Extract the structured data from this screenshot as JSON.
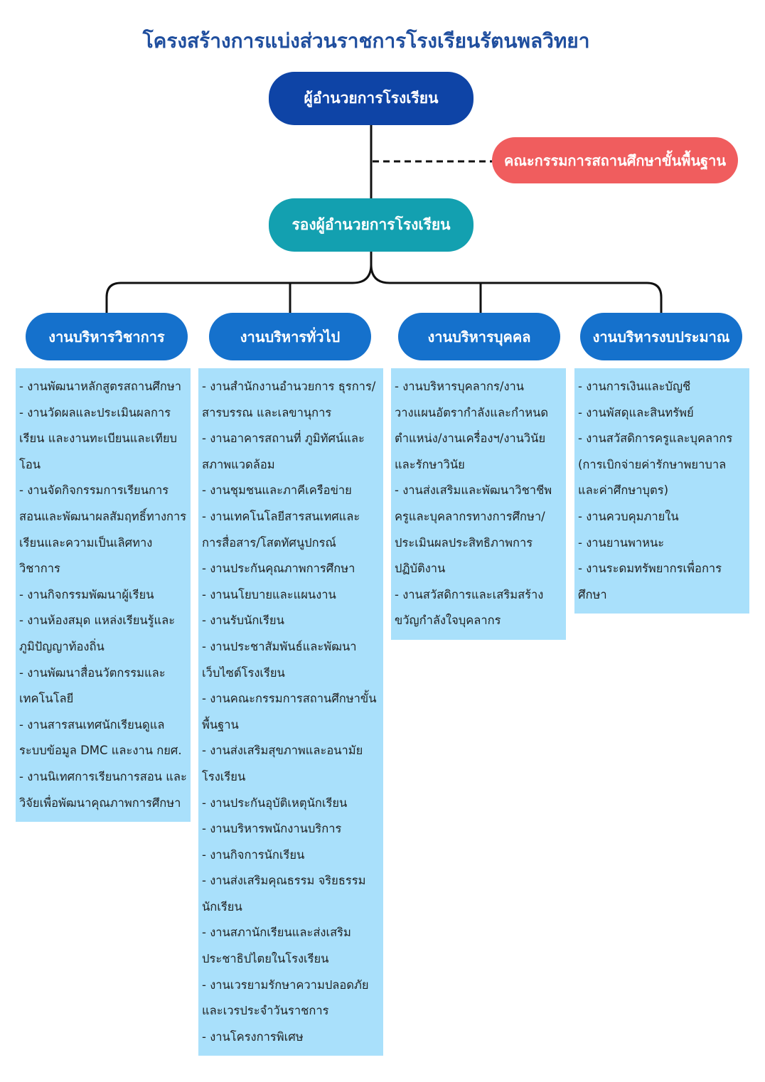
{
  "title": "โครงสร้างการแบ่งส่วนราชการโรงเรียนรัตนพลวิทยา",
  "director": "ผู้อำนวยการโรงเรียน",
  "board": "คณะกรรมการสถานศึกษาขั้นพื้นฐาน",
  "deputy": "รองผู้อำนวยการโรงเรียน",
  "colors": {
    "title": "#1f4e9e",
    "director": "#0e44a6",
    "board": "#f05d5e",
    "deputy": "#13a0b0",
    "department": "#1571cc",
    "box": "#a9e0fb"
  },
  "departments": [
    {
      "name": "งานบริหารวิชาการ",
      "items": [
        "- งานพัฒนาหลักสูตรสถานศึกษา",
        "- งานวัดผลและประเมินผลการเรียน และงานทะเบียนและเทียบโอน",
        "- งานจัดกิจกรรมการเรียนการสอนและพัฒนาผลสัมฤทธิ์ทางการเรียนและความเป็นเลิศทางวิชาการ",
        "- งานกิจกรรมพัฒนาผู้เรียน",
        "- งานห้องสมุด แหล่งเรียนรู้และภูมิปัญญาท้องถิ่น",
        "- งานพัฒนาสื่อนวัตกรรมและเทคโนโลยี",
        "- งานสารสนเทศนักเรียนดูแลระบบข้อมูล DMC และงาน กยศ.",
        "- งานนิเทศการเรียนการสอน และวิจัยเพื่อพัฒนาคุณภาพการศึกษา"
      ]
    },
    {
      "name": "งานบริหารทั่วไป",
      "items": [
        "- งานสำนักงานอำนวยการ ธุรการ/สารบรรณ และเลขานุการ",
        "- งานอาคารสถานที่ ภูมิทัศน์และสภาพแวดล้อม",
        "- งานชุมชนและภาคีเครือข่าย",
        "- งานเทคโนโลยีสารสนเทศและการสื่อสาร/โสตทัศนูปกรณ์",
        "- งานประกันคุณภาพการศึกษา",
        "- งานนโยบายและแผนงาน",
        "- งานรับนักเรียน",
        "- งานประชาสัมพันธ์และพัฒนาเว็บไซต์โรงเรียน",
        "- งานคณะกรรมการสถานศึกษาขั้นพื้นฐาน",
        "- งานส่งเสริมสุขภาพและอนามัยโรงเรียน",
        "- งานประกันอุบัติเหตุนักเรียน",
        "- งานบริหารพนักงานบริการ",
        "- งานกิจการนักเรียน",
        "- งานส่งเสริมคุณธรรม จริยธรรมนักเรียน",
        "- งานสภานักเรียนและส่งเสริมประชาธิปไตยในโรงเรียน",
        "- งานเวรยามรักษาความปลอดภัยและเวรประจำวันราชการ",
        "- งานโครงการพิเศษ"
      ]
    },
    {
      "name": "งานบริหารบุคคล",
      "items": [
        "- งานบริหารบุคลากร/งานวางแผนอัตรากำลังและกำหนดตำแหน่ง/งานเครื่องฯ/งานวินัยและรักษาวินัย",
        "- งานส่งเสริมและพัฒนาวิชาชีพครูและบุคลากรทางการศึกษา/ประเมินผลประสิทธิภาพการปฏิบัติงาน",
        "- งานสวัสดิการและเสริมสร้างขวัญกำลังใจบุคลากร"
      ]
    },
    {
      "name": "งานบริหารงบประมาณ",
      "items": [
        "- งานการเงินและบัญชี",
        "- งานพัสดุและสินทรัพย์",
        "- งานสวัสดิการครูและบุคลากร (การเบิกจ่ายค่ารักษาพยาบาลและค่าศึกษาบุตร)",
        "- งานควบคุมภายใน",
        "- งานยานพาหนะ",
        "- งานระดมทรัพยากรเพื่อการศึกษา"
      ]
    }
  ]
}
